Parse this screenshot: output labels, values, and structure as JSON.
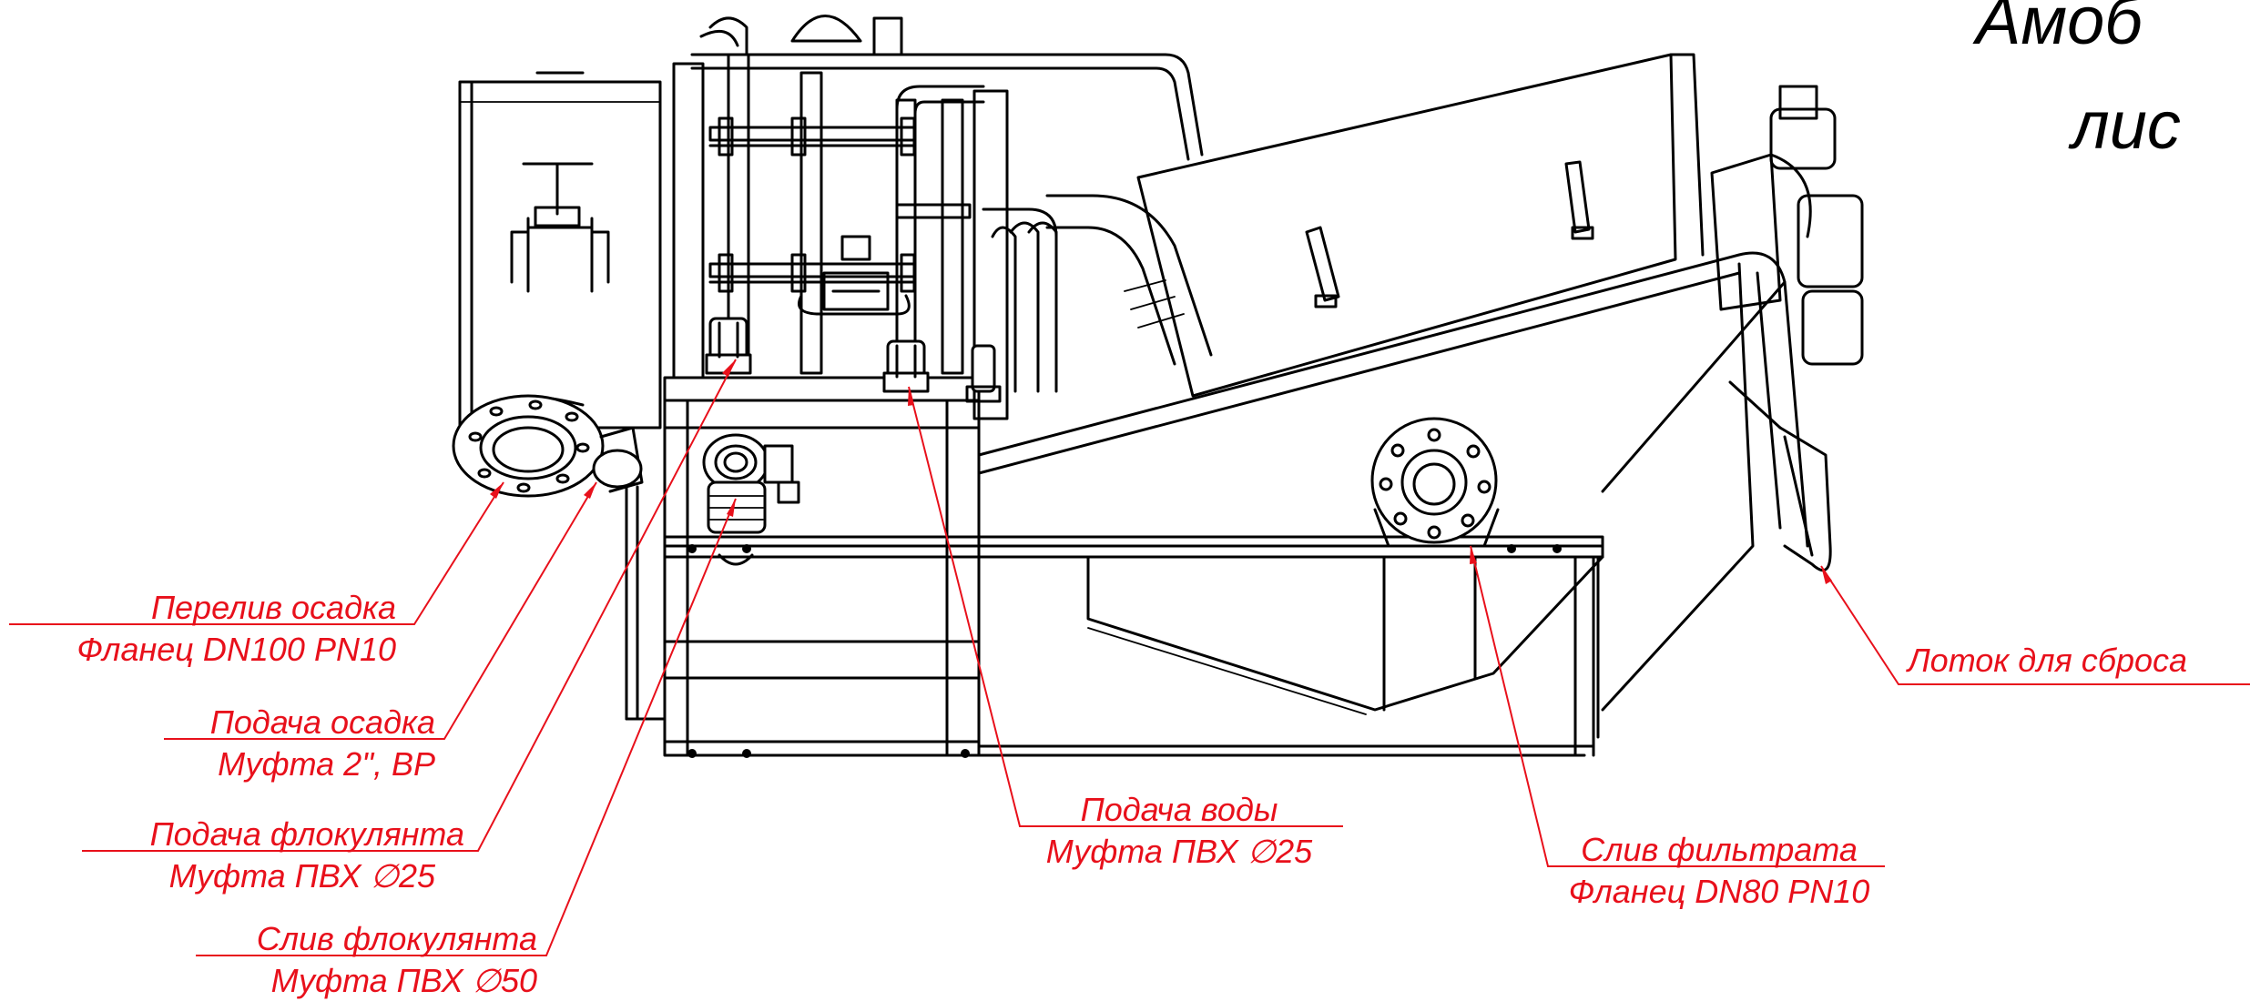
{
  "title": {
    "line1": "Амоб",
    "line2": "лис"
  },
  "callouts": [
    {
      "line1": "Перелив осадка",
      "line2": "Фланец DN100 PN10"
    },
    {
      "line1": "Подача осадка",
      "line2": "Муфта 2\", ВР"
    },
    {
      "line1": "Подача флокулянта",
      "line2": "Муфта ПВХ ∅25"
    },
    {
      "line1": "Слив флокулянта",
      "line2": "Муфта ПВХ ∅50"
    },
    {
      "line1": "Подача воды",
      "line2": "Муфта ПВХ ∅25"
    },
    {
      "line1": "Слив фильтрата",
      "line2": "Фланец DN80 PN10"
    },
    {
      "line1": "Лоток для сброса",
      "line2": ""
    }
  ],
  "colors": {
    "drawing": "#000000",
    "annotation": "#e8101b",
    "background": "#ffffff"
  }
}
